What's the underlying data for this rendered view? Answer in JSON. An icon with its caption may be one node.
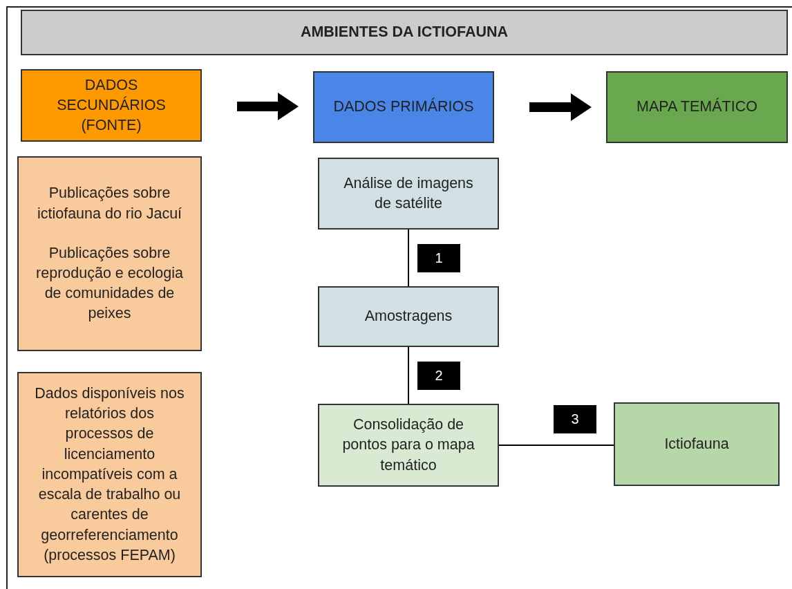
{
  "diagram": {
    "nodes": [
      {
        "text": [
          "AMBIENTES DA ICTIOFAUNA"
        ]
      },
      {
        "text": [
          "DADOS SECUNDÁRIOS (FONTE)"
        ]
      },
      {
        "text": [
          "DADOS PRIMÁRIOS"
        ]
      },
      {
        "text": [
          "MAPA TEMÁTICO"
        ]
      },
      {
        "text": [
          "Publicações sobre ictiofauna do rio Jacuí",
          "Publicações sobre reprodução e ecologia de comunidades de peixes"
        ]
      },
      {
        "text": [
          "Dados disponíveis nos relatórios dos processos de licenciamento incompatíveis com a escala de trabalho ou carentes de georreferenciamento (processos FEPAM)"
        ]
      },
      {
        "text": [
          "Análise de imagens de satélite"
        ]
      },
      {
        "text": [
          "Amostragens"
        ]
      },
      {
        "text": [
          "Consolidação de pontos para o mapa temático"
        ]
      },
      {
        "text": [
          "Ictiofauna"
        ]
      }
    ],
    "edges": [
      {
        "from": 1,
        "to": 2,
        "arrow": "to",
        "style": "thick"
      },
      {
        "from": 2,
        "to": 3,
        "arrow": "to",
        "style": "thick"
      },
      {
        "from": 6,
        "to": 7,
        "arrow": "none",
        "label": "1"
      },
      {
        "from": 7,
        "to": 8,
        "arrow": "none",
        "label": "2"
      },
      {
        "from": 8,
        "to": 9,
        "arrow": "none",
        "label": "3"
      }
    ]
  }
}
